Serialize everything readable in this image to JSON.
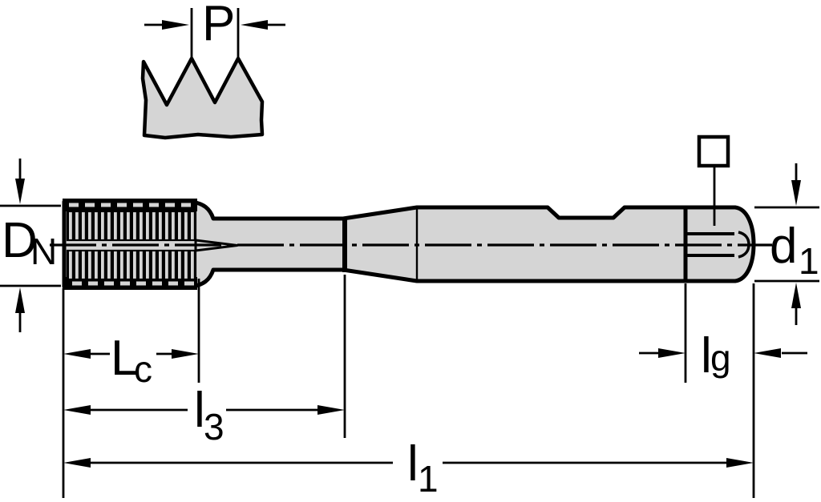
{
  "drawing": {
    "subject": "Machine tap side-view technical dimension drawing",
    "labels": {
      "pitch": "P",
      "nominal_diameter": {
        "base": "D",
        "sub": "N"
      },
      "shank_diameter": {
        "base": "d",
        "sub": "1"
      },
      "chamfer_length": {
        "base": "L",
        "sub": "c"
      },
      "thread_length": {
        "base": "l",
        "sub": "3"
      },
      "overall_length": {
        "base": "l",
        "sub": "1"
      },
      "square_drive_length": {
        "base": "l",
        "sub": "g"
      }
    },
    "colors": {
      "body_fill": "#d5d5d5",
      "line": "#000000",
      "background": "#ffffff"
    }
  }
}
